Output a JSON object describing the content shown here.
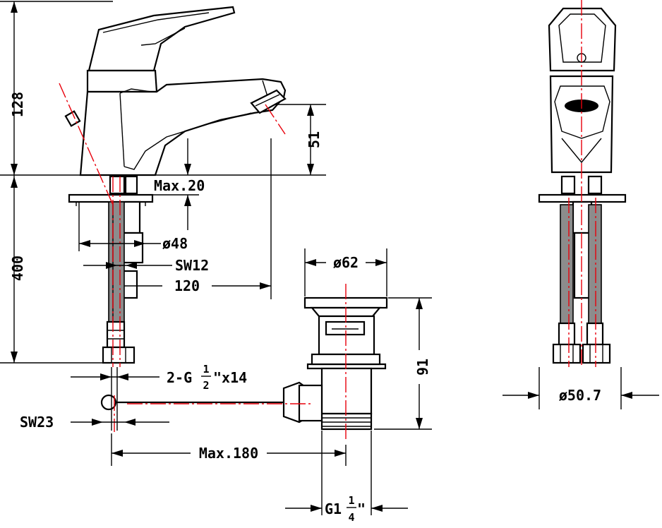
{
  "colors": {
    "line": "#000000",
    "centerline": "#e8000b",
    "hose_fill": "#8c8c8c",
    "background": "#ffffff"
  },
  "dimensions": {
    "height_total": "128",
    "spout_height": "51",
    "max_deck_thickness": "Max.20",
    "deck_hole_diameter": "ø48",
    "wrench_size_top": "SW12",
    "spout_reach": "120",
    "hose_length": "400",
    "hose_connection_prefix": "2-G",
    "hose_connection_num": "1",
    "hose_connection_den": "2",
    "hose_connection_suffix": "\"x14",
    "wrench_size_bottom": "SW23",
    "pull_rod_max": "Max.180",
    "waste_flange_diameter": "ø62",
    "waste_height": "91",
    "waste_thread_prefix": "G1",
    "waste_thread_num": "1",
    "waste_thread_den": "4",
    "waste_thread_suffix": "\"",
    "body_base_diameter": "ø50.7"
  }
}
